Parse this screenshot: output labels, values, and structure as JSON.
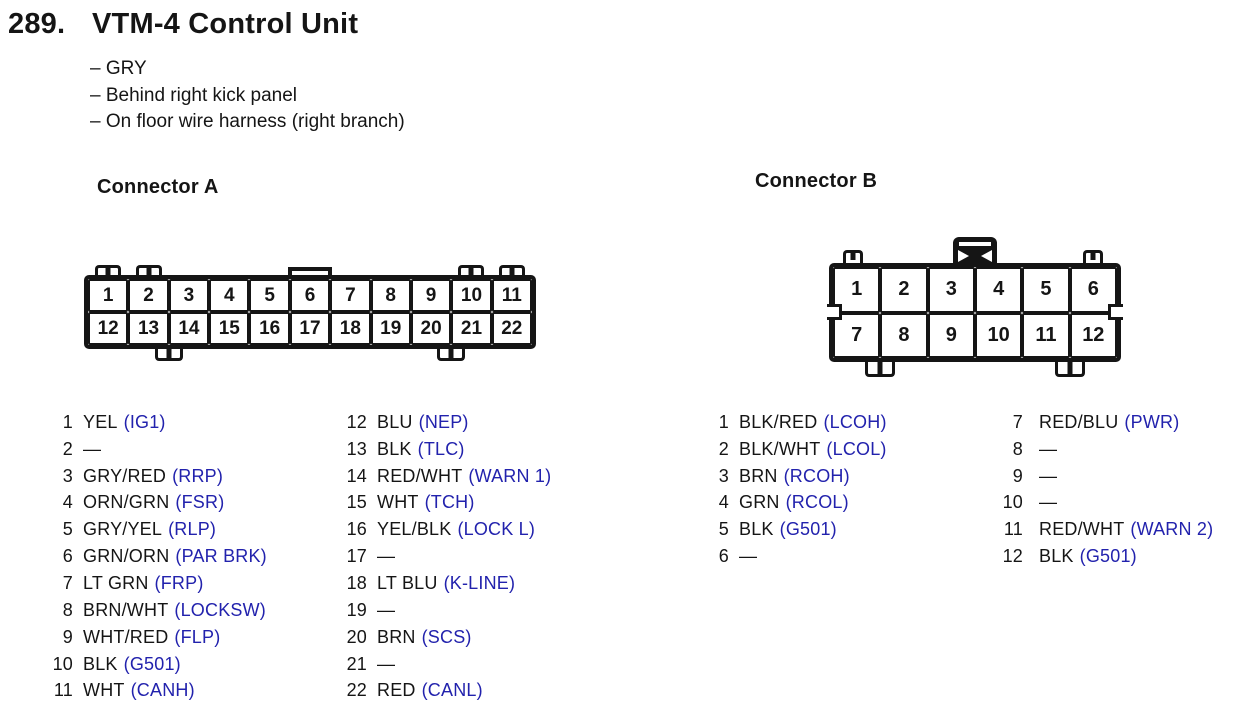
{
  "page": {
    "number": "289.",
    "title": "VTM-4 Control Unit",
    "notes": [
      "– GRY",
      "– Behind right kick panel",
      "– On floor wire harness (right branch)"
    ]
  },
  "colors": {
    "ink": "#151515",
    "signal": "#2222ad"
  },
  "connector_a": {
    "heading": "Connector A",
    "grid": {
      "columns": 11,
      "rows": [
        [
          "1",
          "2",
          "3",
          "4",
          "5",
          "6",
          "7",
          "8",
          "9",
          "10",
          "11"
        ],
        [
          "12",
          "13",
          "14",
          "15",
          "16",
          "17",
          "18",
          "19",
          "20",
          "21",
          "22"
        ]
      ]
    },
    "list_columns": [
      [
        {
          "pin": "1",
          "wire": "YEL",
          "signal": "(IG1)"
        },
        {
          "pin": "2",
          "wire": "—",
          "signal": ""
        },
        {
          "pin": "3",
          "wire": "GRY/RED",
          "signal": "(RRP)"
        },
        {
          "pin": "4",
          "wire": "ORN/GRN",
          "signal": "(FSR)"
        },
        {
          "pin": "5",
          "wire": "GRY/YEL",
          "signal": "(RLP)"
        },
        {
          "pin": "6",
          "wire": "GRN/ORN",
          "signal": "(PAR BRK)"
        },
        {
          "pin": "7",
          "wire": "LT GRN",
          "signal": "(FRP)"
        },
        {
          "pin": "8",
          "wire": "BRN/WHT",
          "signal": "(LOCKSW)"
        },
        {
          "pin": "9",
          "wire": "WHT/RED",
          "signal": "(FLP)"
        },
        {
          "pin": "10",
          "wire": "BLK",
          "signal": "(G501)"
        },
        {
          "pin": "11",
          "wire": "WHT",
          "signal": "(CANH)"
        }
      ],
      [
        {
          "pin": "12",
          "wire": "BLU",
          "signal": "(NEP)"
        },
        {
          "pin": "13",
          "wire": "BLK",
          "signal": "(TLC)"
        },
        {
          "pin": "14",
          "wire": "RED/WHT",
          "signal": "(WARN 1)"
        },
        {
          "pin": "15",
          "wire": "WHT",
          "signal": "(TCH)"
        },
        {
          "pin": "16",
          "wire": "YEL/BLK",
          "signal": "(LOCK L)"
        },
        {
          "pin": "17",
          "wire": "—",
          "signal": ""
        },
        {
          "pin": "18",
          "wire": "LT BLU",
          "signal": "(K-LINE)"
        },
        {
          "pin": "19",
          "wire": "—",
          "signal": ""
        },
        {
          "pin": "20",
          "wire": "BRN",
          "signal": "(SCS)"
        },
        {
          "pin": "21",
          "wire": "—",
          "signal": ""
        },
        {
          "pin": "22",
          "wire": "RED",
          "signal": "(CANL)"
        }
      ]
    ]
  },
  "connector_b": {
    "heading": "Connector B",
    "grid": {
      "columns": 6,
      "rows": [
        [
          "1",
          "2",
          "3",
          "4",
          "5",
          "6"
        ],
        [
          "7",
          "8",
          "9",
          "10",
          "11",
          "12"
        ]
      ]
    },
    "list_columns": [
      [
        {
          "pin": "1",
          "wire": "BLK/RED",
          "signal": "(LCOH)"
        },
        {
          "pin": "2",
          "wire": "BLK/WHT",
          "signal": "(LCOL)"
        },
        {
          "pin": "3",
          "wire": "BRN",
          "signal": "(RCOH)"
        },
        {
          "pin": "4",
          "wire": "GRN",
          "signal": "(RCOL)"
        },
        {
          "pin": "5",
          "wire": "BLK",
          "signal": "(G501)"
        },
        {
          "pin": "6",
          "wire": "—",
          "signal": ""
        }
      ],
      [
        {
          "pin": "7",
          "wire": "RED/BLU",
          "signal": "(PWR)"
        },
        {
          "pin": "8",
          "wire": "—",
          "signal": ""
        },
        {
          "pin": "9",
          "wire": "—",
          "signal": ""
        },
        {
          "pin": "10",
          "wire": "—",
          "signal": ""
        },
        {
          "pin": "11",
          "wire": "RED/WHT",
          "signal": "(WARN 2)"
        },
        {
          "pin": "12",
          "wire": "BLK",
          "signal": "(G501)"
        }
      ]
    ]
  }
}
